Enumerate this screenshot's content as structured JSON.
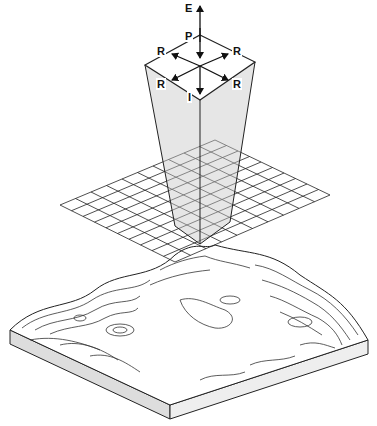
{
  "diagram": {
    "labels": [
      "E",
      "P",
      "R",
      "R",
      "R",
      "R",
      "I"
    ]
  }
}
